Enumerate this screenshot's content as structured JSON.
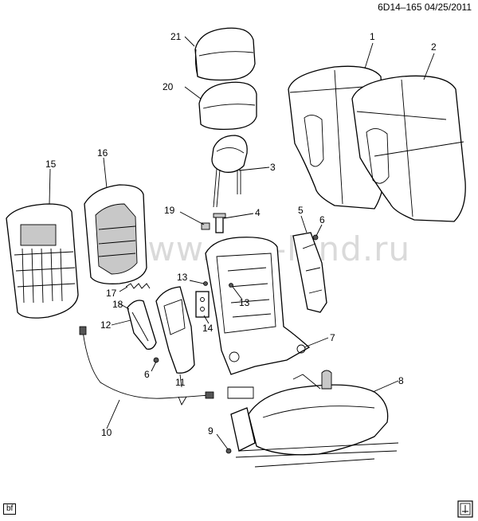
{
  "header": {
    "ref": "6D14–165  04/25/2011"
  },
  "footer": {
    "code": "bf"
  },
  "watermark": {
    "text": "www.gaz-land.ru"
  },
  "logo": {
    "icon": "gm-logo-icon"
  },
  "callouts": [
    {
      "id": "c1",
      "text": "1"
    },
    {
      "id": "c2",
      "text": "2"
    },
    {
      "id": "c3",
      "text": "3"
    },
    {
      "id": "c4",
      "text": "4"
    },
    {
      "id": "c5",
      "text": "5"
    },
    {
      "id": "c6a",
      "text": "6"
    },
    {
      "id": "c6b",
      "text": "6"
    },
    {
      "id": "c7",
      "text": "7"
    },
    {
      "id": "c8",
      "text": "8"
    },
    {
      "id": "c9",
      "text": "9"
    },
    {
      "id": "c10",
      "text": "10"
    },
    {
      "id": "c11",
      "text": "11"
    },
    {
      "id": "c12",
      "text": "12"
    },
    {
      "id": "c13a",
      "text": "13"
    },
    {
      "id": "c13b",
      "text": "13"
    },
    {
      "id": "c14",
      "text": "14"
    },
    {
      "id": "c15",
      "text": "15"
    },
    {
      "id": "c16",
      "text": "16"
    },
    {
      "id": "c17",
      "text": "17"
    },
    {
      "id": "c18",
      "text": "18"
    },
    {
      "id": "c19",
      "text": "19"
    },
    {
      "id": "c20",
      "text": "20"
    },
    {
      "id": "c21",
      "text": "21"
    }
  ]
}
